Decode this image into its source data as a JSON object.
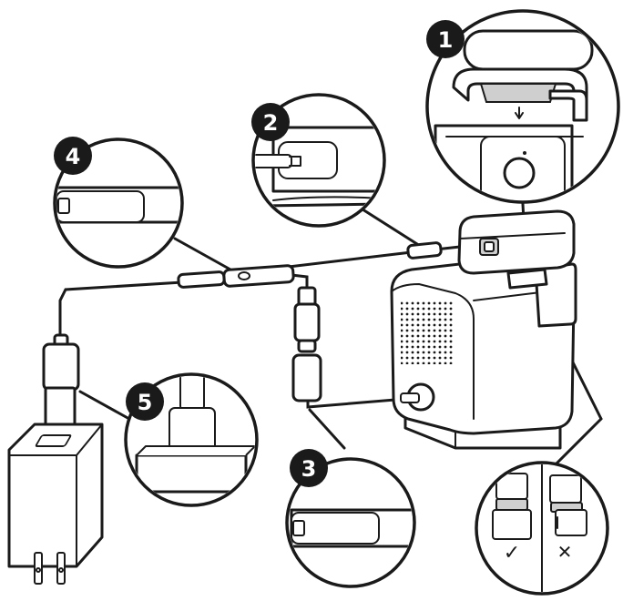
{
  "steps": [
    {
      "label": "1",
      "detail": "camera-clip-mount"
    },
    {
      "label": "2",
      "detail": "camera-usb-c-port"
    },
    {
      "label": "3",
      "detail": "cable-connector-base"
    },
    {
      "label": "4",
      "detail": "cable-connector-mid"
    },
    {
      "label": "5",
      "detail": "usb-a-to-adapter"
    }
  ],
  "check_panel": {
    "correct_mark": "✓",
    "wrong_mark": "✕"
  },
  "colors": {
    "line": "#1a1a1a",
    "fill": "#ffffff",
    "shade": "#cfcfcf"
  }
}
